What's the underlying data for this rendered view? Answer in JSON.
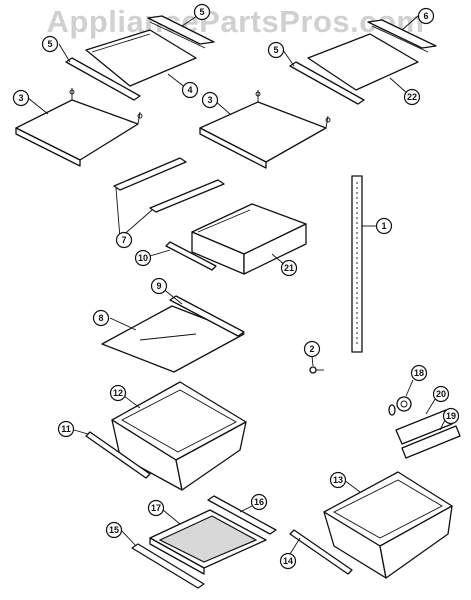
{
  "watermark": "AppliancePartsPros.com",
  "callouts": [
    {
      "id": "c-5a",
      "label": "5"
    },
    {
      "id": "c-5b",
      "label": "5"
    },
    {
      "id": "c-5c",
      "label": "5"
    },
    {
      "id": "c-6",
      "label": "6"
    },
    {
      "id": "c-4",
      "label": "4"
    },
    {
      "id": "c-22",
      "label": "22"
    },
    {
      "id": "c-3a",
      "label": "3"
    },
    {
      "id": "c-3b",
      "label": "3"
    },
    {
      "id": "c-7",
      "label": "7"
    },
    {
      "id": "c-1",
      "label": "1"
    },
    {
      "id": "c-10",
      "label": "10"
    },
    {
      "id": "c-21",
      "label": "21"
    },
    {
      "id": "c-9",
      "label": "9"
    },
    {
      "id": "c-8",
      "label": "8"
    },
    {
      "id": "c-2",
      "label": "2"
    },
    {
      "id": "c-12",
      "label": "12"
    },
    {
      "id": "c-18",
      "label": "18"
    },
    {
      "id": "c-20",
      "label": "20"
    },
    {
      "id": "c-19",
      "label": "19"
    },
    {
      "id": "c-11",
      "label": "11"
    },
    {
      "id": "c-13",
      "label": "13"
    },
    {
      "id": "c-17",
      "label": "17"
    },
    {
      "id": "c-16",
      "label": "16"
    },
    {
      "id": "c-15",
      "label": "15"
    },
    {
      "id": "c-14",
      "label": "14"
    }
  ]
}
